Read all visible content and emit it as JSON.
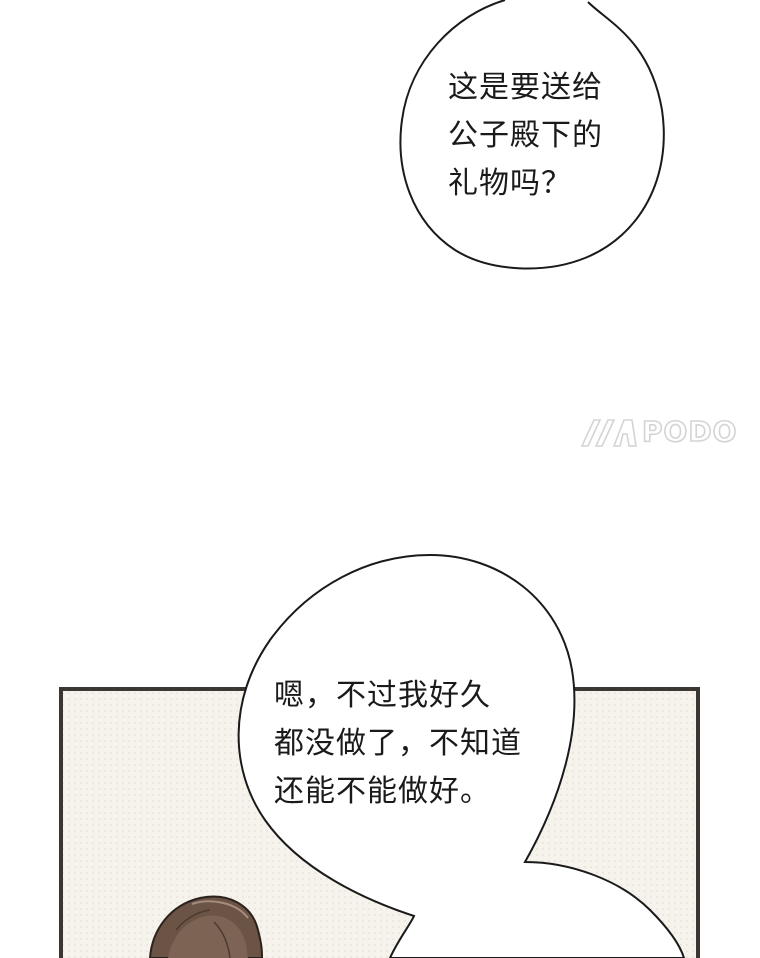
{
  "panel1": {
    "bubble": {
      "lines": [
        "这是要送给",
        "公子殿下的",
        "礼物吗？"
      ]
    }
  },
  "watermark": {
    "text": "PODO"
  },
  "panel2": {
    "bubble": {
      "lines": [
        "嗯，不过我好久",
        "都没做了，不知道",
        "还能不能做好。"
      ]
    }
  },
  "colors": {
    "background": "#ffffff",
    "panel_border": "#3b3632",
    "panel_fill": "#f6f2ec",
    "hair": "#6b5346",
    "bubble_stroke": "#1a1a1a"
  }
}
